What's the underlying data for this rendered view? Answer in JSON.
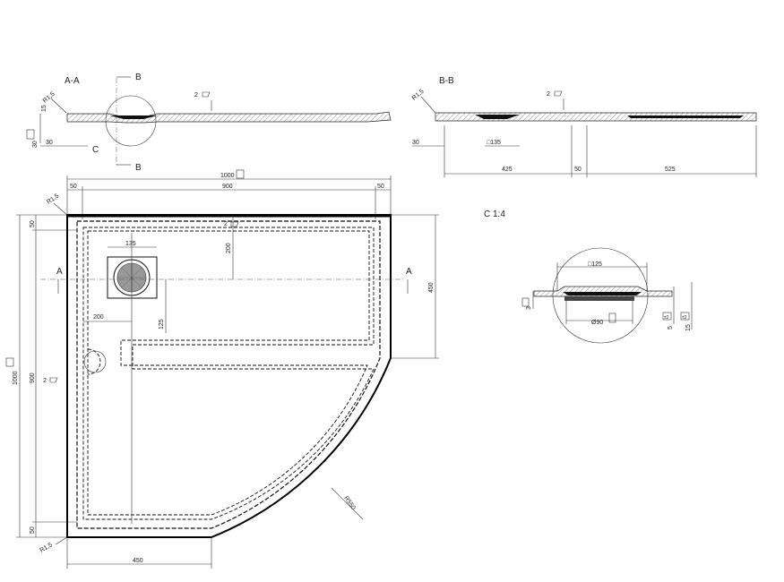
{
  "sections": {
    "aa": "A-A",
    "bb": "B-B",
    "c": "C 1:4",
    "cut_a": "A",
    "cut_b": "B",
    "detail_c": "C"
  },
  "dims": {
    "r15": "R1,5",
    "slope": "2",
    "d15": "15",
    "d30": "30",
    "d135": "□135",
    "d425": "425",
    "d50": "50",
    "d525": "525",
    "d1000": "1000",
    "d900": "900",
    "d200": "200",
    "d125": "125",
    "d135plain": "135",
    "d450": "450",
    "r550": "R550",
    "d125sq": "□125",
    "d90": "Ø90",
    "d3": "3",
    "d5": "5",
    "tol": "±2"
  }
}
